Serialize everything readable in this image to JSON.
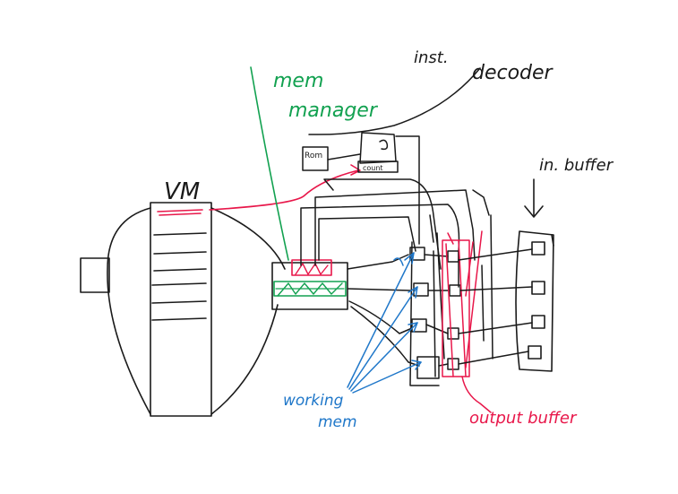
{
  "labels": {
    "mem_manager_line1": "mem",
    "mem_manager_line2": "manager",
    "inst": "inst.",
    "decoder": "decoder",
    "rom": "Rom",
    "count": "count",
    "vm": "VM",
    "in_buffer": "in. buffer",
    "working_mem_line1": "working",
    "working_mem_line2": "mem",
    "output_buffer": "output buffer"
  },
  "colors": {
    "ink": "#1a1a1a",
    "green": "#12a150",
    "red": "#e8174a",
    "blue": "#1f77c9"
  }
}
